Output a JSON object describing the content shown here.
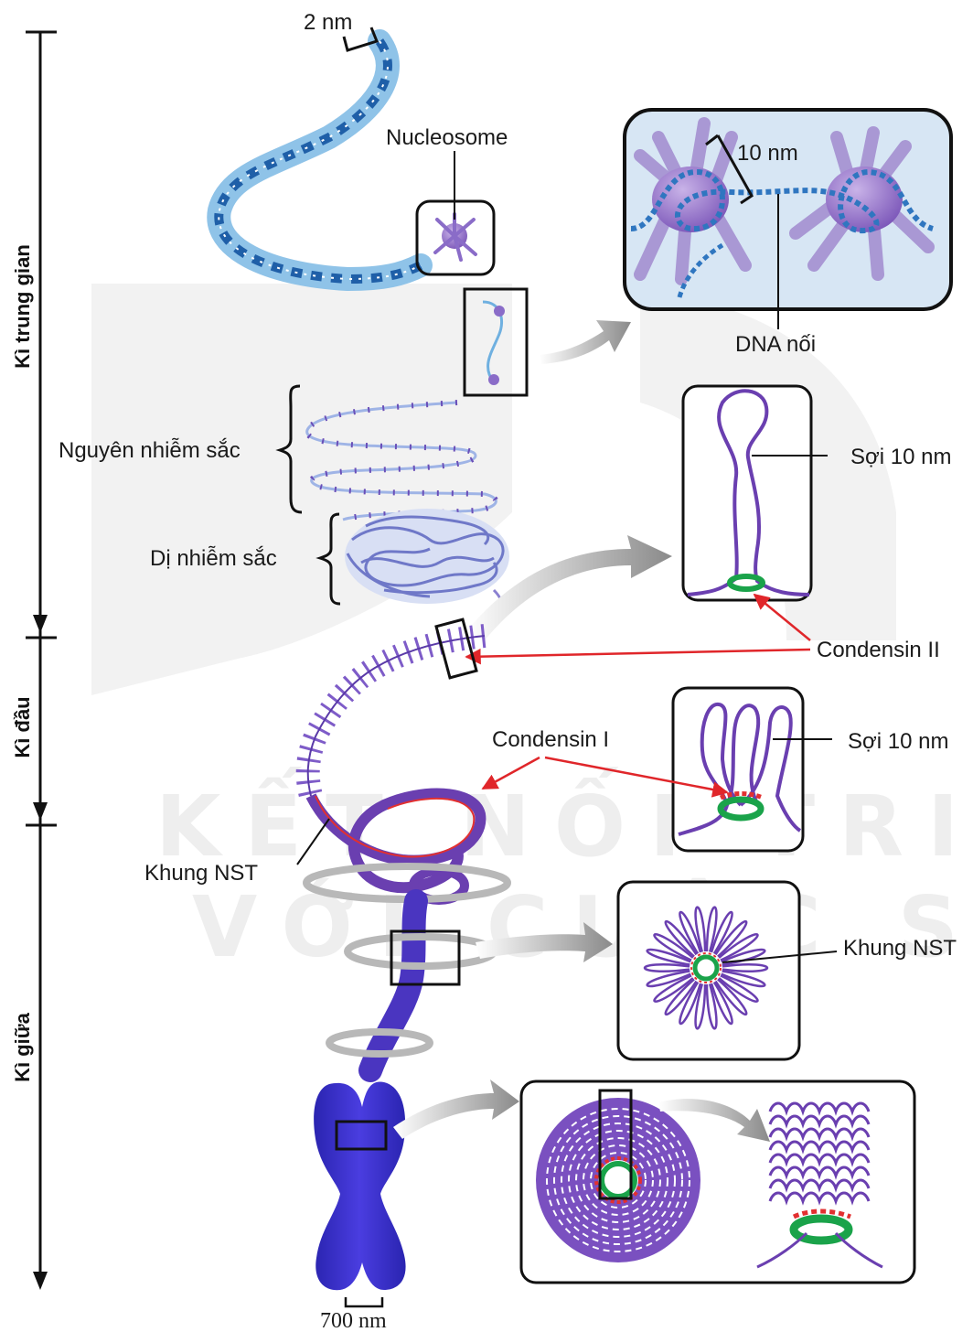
{
  "phases": {
    "interphase": "Kì trung gian",
    "prophase": "Kì đầu",
    "metaphase": "Kì giữa"
  },
  "labels": {
    "dna_width": "2 nm",
    "nucleosome": "Nucleosome",
    "ten_nm": "10 nm",
    "linker_dna": "DNA nối",
    "euchromatin": "Nguyên nhiễm sắc",
    "heterochromatin": "Dị nhiễm sắc",
    "fiber_10nm_a": "Sợi 10 nm",
    "condensin_2": "Condensin II",
    "condensin_1": "Condensin I",
    "fiber_10nm_b": "Sợi 10 nm",
    "scaffold_left": "Khung NST",
    "scaffold_right": "Khung NST",
    "chromosome_width": "700 nm"
  },
  "watermark": {
    "line1": "KẾT NỐI TRI THỨC",
    "line2": "VỚI CUỘC SỐNG"
  },
  "colors": {
    "dna_dark": "#1f5fa8",
    "dna_light": "#8fc3e8",
    "purple": "#6a3fb0",
    "chromosome": "#3a2fc8",
    "condensin_red": "#e23030",
    "scaffold_green": "#1aa34a",
    "arrow_red": "#e0262a"
  }
}
